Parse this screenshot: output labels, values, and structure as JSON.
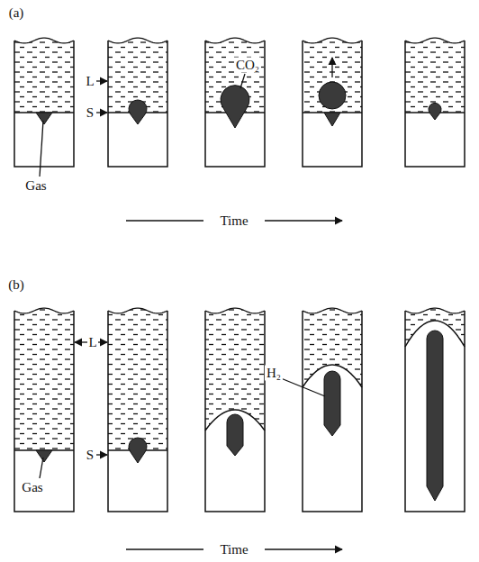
{
  "diagram": {
    "labels": [
      "(a)",
      "L",
      "S",
      "Gas",
      "CO₂",
      "Time",
      "(b)",
      "L",
      "S",
      "Gas",
      "H₂",
      "Time"
    ]
  }
}
